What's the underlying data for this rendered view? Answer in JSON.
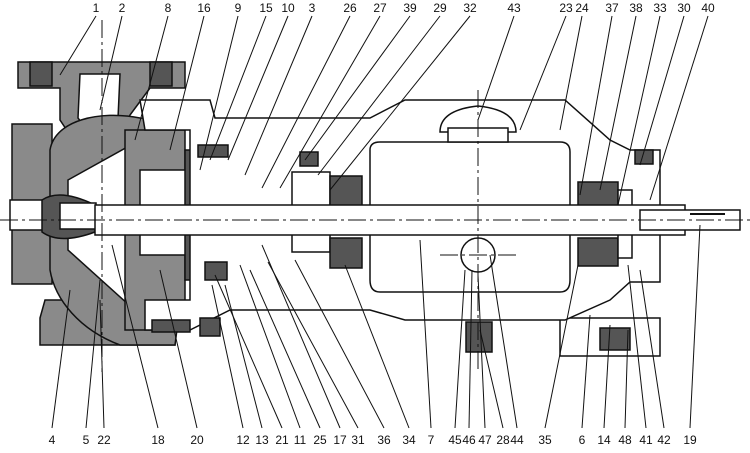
{
  "top_labels": [
    "1",
    "2",
    "8",
    "16",
    "9",
    "15",
    "10",
    "3",
    "26",
    "27",
    "39",
    "29",
    "32",
    "43",
    "23",
    "24",
    "37",
    "38",
    "33",
    "30",
    "40"
  ],
  "bottom_labels": [
    "4",
    "5",
    "22",
    "18",
    "20",
    "12",
    "13",
    "21",
    "11",
    "25",
    "17",
    "31",
    "36",
    "34",
    "7",
    "45",
    "46",
    "47",
    "28",
    "44",
    "35",
    "6",
    "14",
    "48",
    "41",
    "42",
    "19"
  ]
}
